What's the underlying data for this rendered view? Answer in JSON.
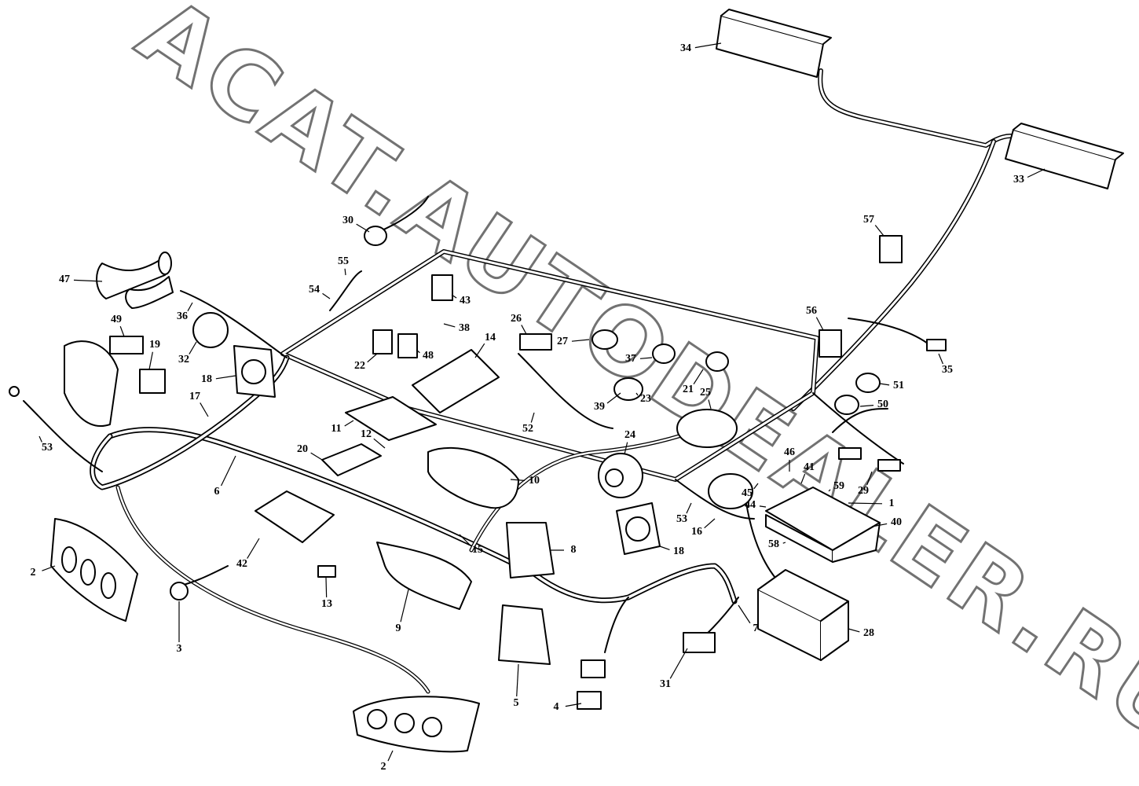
{
  "watermark": "ACAT.AUTODEALER.RU",
  "colors": {
    "ink": "#000000",
    "paper": "#ffffff"
  },
  "callouts": [
    {
      "label": "1"
    },
    {
      "label": "2"
    },
    {
      "label": "2"
    },
    {
      "label": "3"
    },
    {
      "label": "4"
    },
    {
      "label": "5"
    },
    {
      "label": "6"
    },
    {
      "label": "7"
    },
    {
      "label": "8"
    },
    {
      "label": "9"
    },
    {
      "label": "10"
    },
    {
      "label": "11"
    },
    {
      "label": "12"
    },
    {
      "label": "13"
    },
    {
      "label": "14"
    },
    {
      "label": "15"
    },
    {
      "label": "16"
    },
    {
      "label": "17"
    },
    {
      "label": "18"
    },
    {
      "label": "18"
    },
    {
      "label": "19"
    },
    {
      "label": "20"
    },
    {
      "label": "21"
    },
    {
      "label": "22"
    },
    {
      "label": "23"
    },
    {
      "label": "24"
    },
    {
      "label": "25"
    },
    {
      "label": "26"
    },
    {
      "label": "27"
    },
    {
      "label": "28"
    },
    {
      "label": "29"
    },
    {
      "label": "30"
    },
    {
      "label": "31"
    },
    {
      "label": "32"
    },
    {
      "label": "33"
    },
    {
      "label": "34"
    },
    {
      "label": "35"
    },
    {
      "label": "36"
    },
    {
      "label": "37"
    },
    {
      "label": "38"
    },
    {
      "label": "39"
    },
    {
      "label": "40"
    },
    {
      "label": "41"
    },
    {
      "label": "42"
    },
    {
      "label": "43"
    },
    {
      "label": "44"
    },
    {
      "label": "45"
    },
    {
      "label": "46"
    },
    {
      "label": "47"
    },
    {
      "label": "48"
    },
    {
      "label": "49"
    },
    {
      "label": "50"
    },
    {
      "label": "51"
    },
    {
      "label": "52"
    },
    {
      "label": "53"
    },
    {
      "label": "53"
    },
    {
      "label": "54"
    },
    {
      "label": "55"
    },
    {
      "label": "56"
    },
    {
      "label": "57"
    },
    {
      "label": "58"
    },
    {
      "label": "59"
    }
  ]
}
